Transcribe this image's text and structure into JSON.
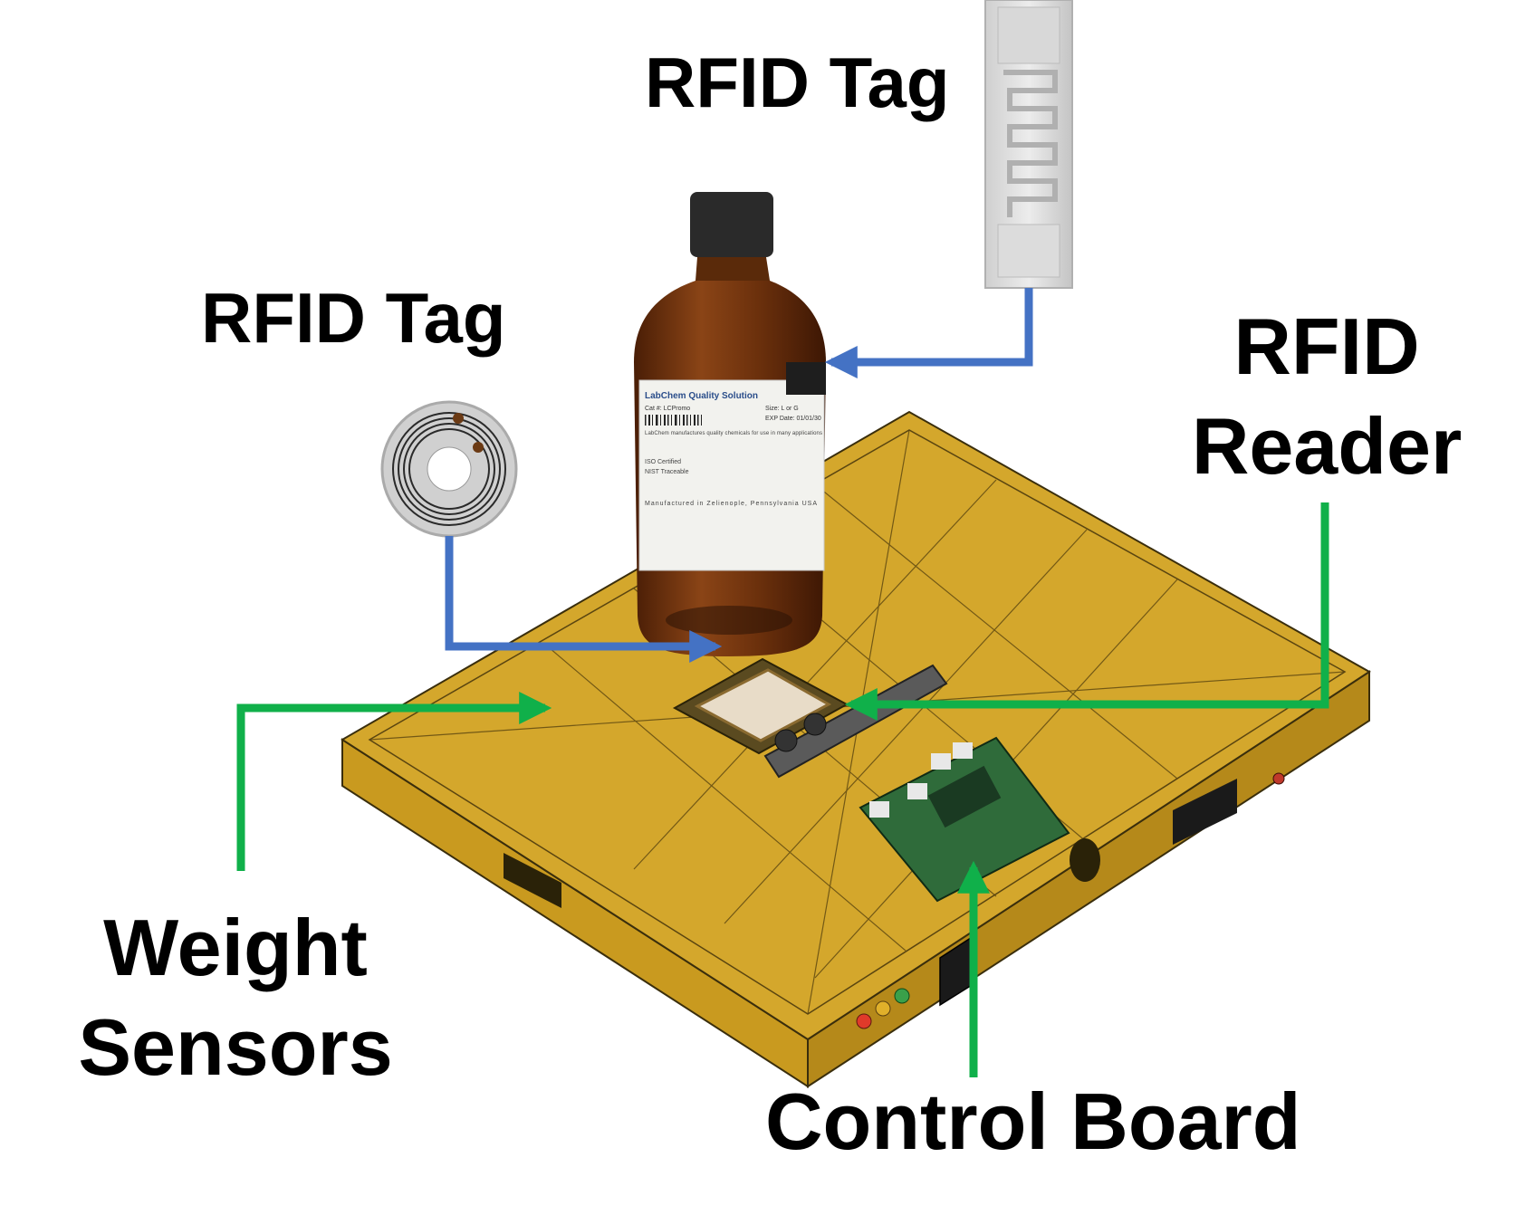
{
  "labels": {
    "rfid_tag_top": "RFID Tag",
    "rfid_tag_left": "RFID Tag",
    "rfid_reader_line1": "RFID",
    "rfid_reader_line2": "Reader",
    "weight_sensors_line1": "Weight",
    "weight_sensors_line2": "Sensors",
    "control_board": "Control Board"
  },
  "bottle_label": {
    "brand": "LabChem Quality Solution",
    "cat": "Cat #: LCPromo",
    "size": "Size: L or G",
    "exp": "EXP Date: 01/01/30",
    "desc": "LabChem manufactures quality chemicals for use in many applications",
    "iso": "ISO Certified",
    "nist": "NIST Traceable",
    "made": "Manufactured in Zelienople, Pennsylvania USA"
  },
  "colors": {
    "box_top": "#d4a72c",
    "box_front": "#c99a1f",
    "box_side": "#b5891a",
    "box_edge": "#3a2e0c",
    "arrow_blue": "#4472c4",
    "arrow_green": "#10b04a",
    "bottle": "#7a3a12",
    "bottle_cap": "#2a2a2a",
    "pcb": "#2f6b3a"
  }
}
